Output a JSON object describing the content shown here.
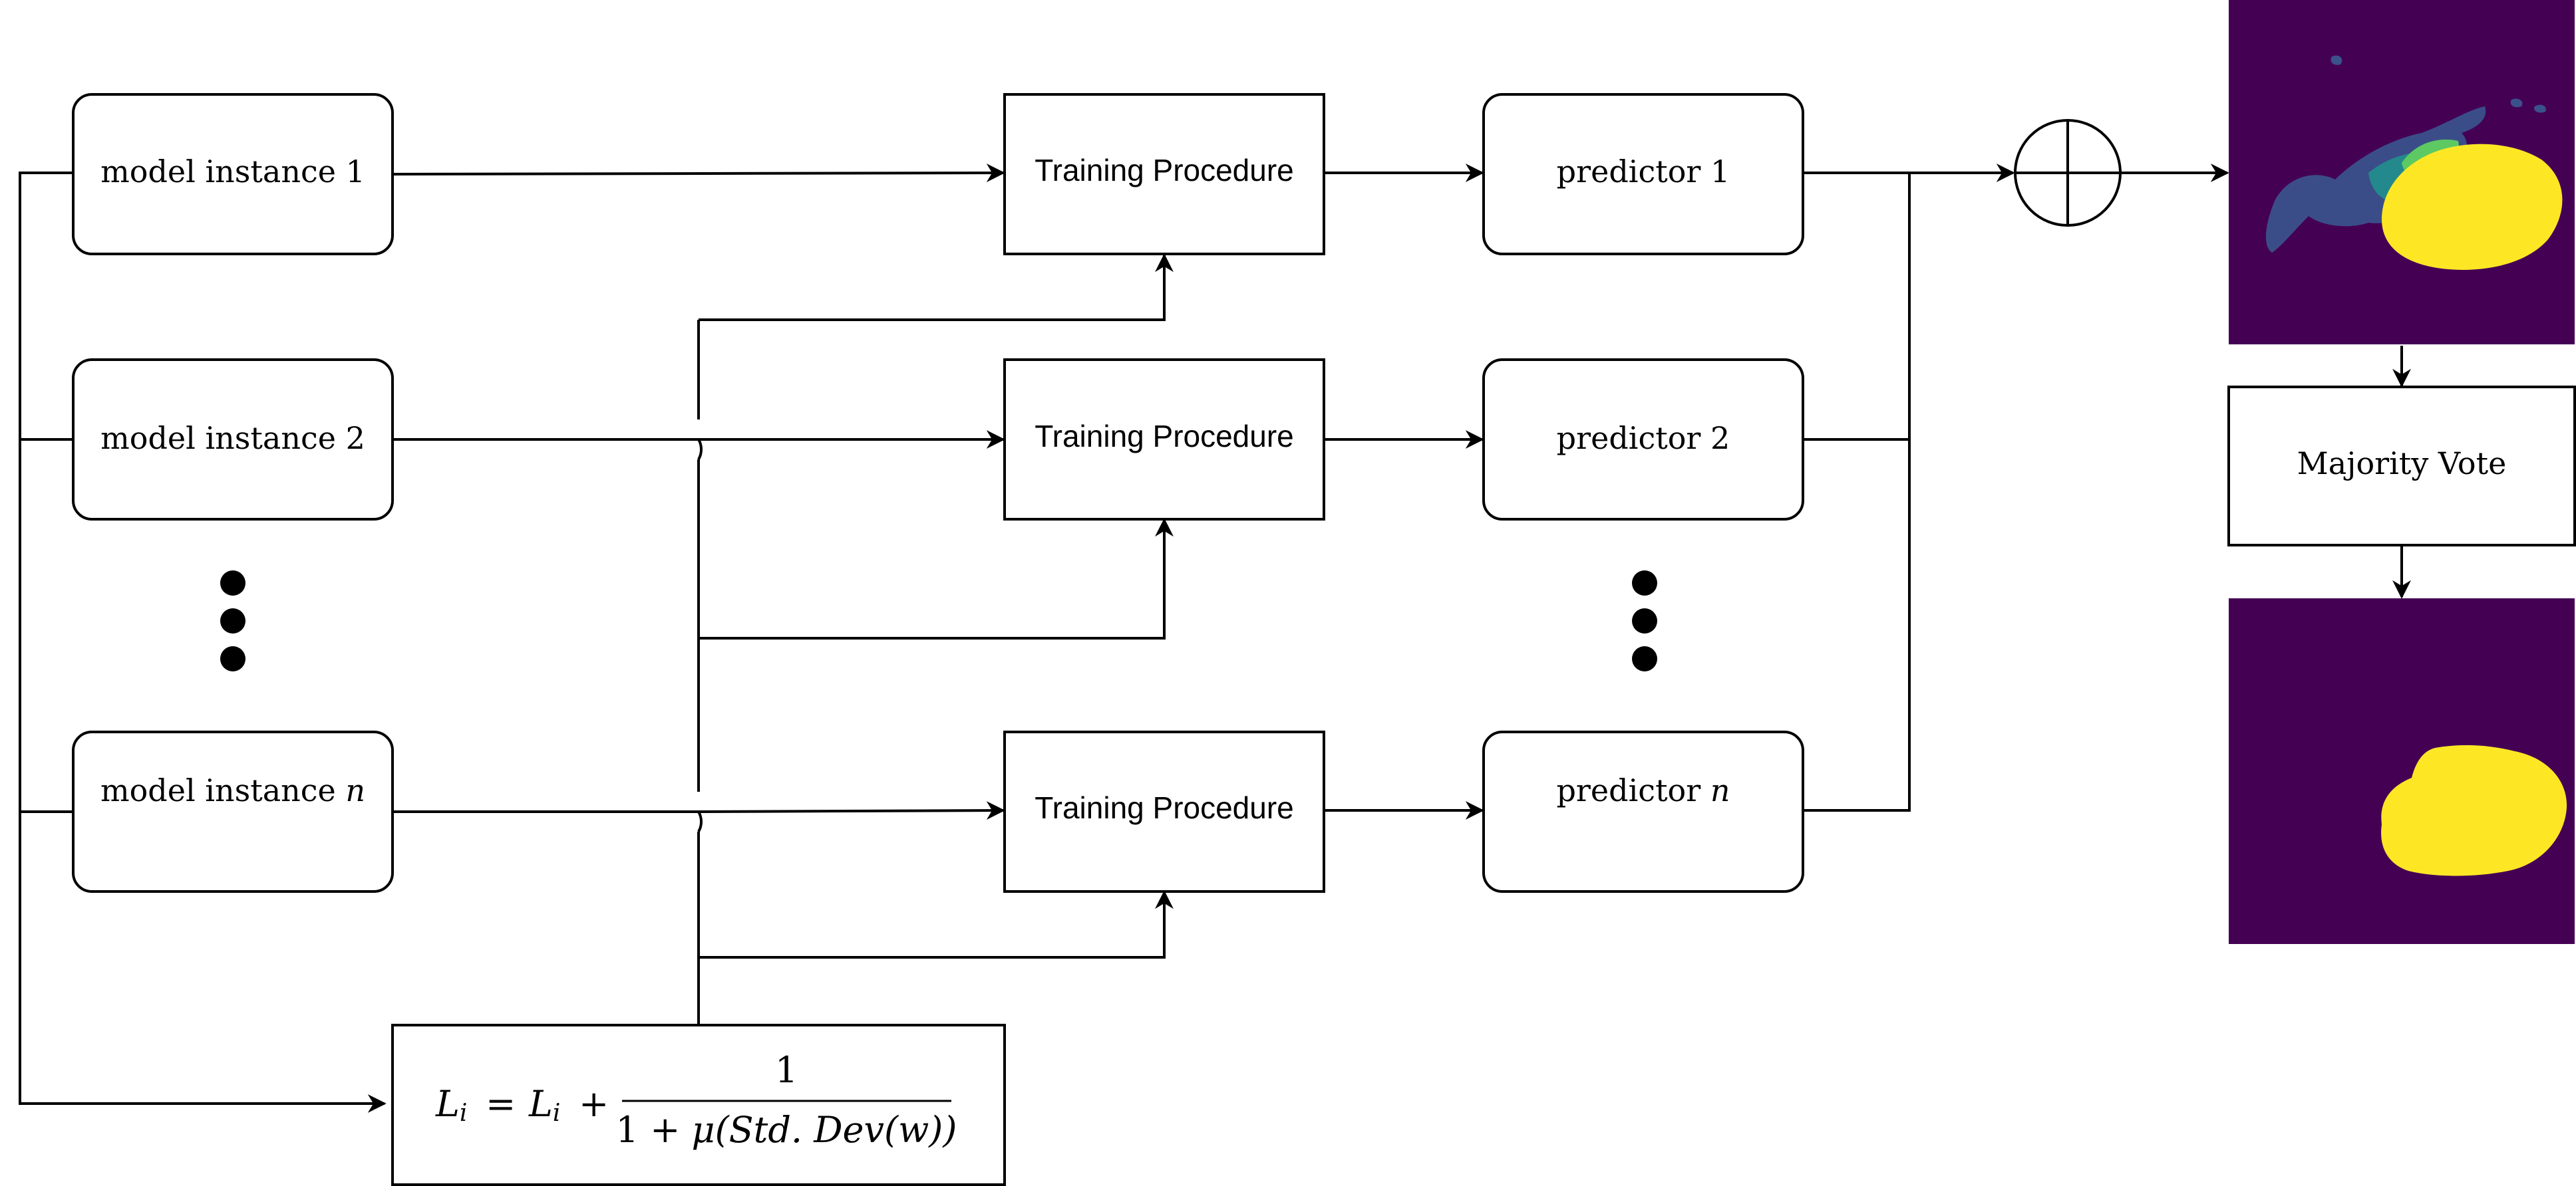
{
  "model_instances": [
    {
      "name": "model-instance-1",
      "prefix": "model instance ",
      "index": "1",
      "index_italic": false
    },
    {
      "name": "model-instance-2",
      "prefix": "model instance ",
      "index": "2",
      "index_italic": false
    },
    {
      "name": "model-instance-n",
      "prefix": "model instance ",
      "index": "n",
      "index_italic": true
    }
  ],
  "training_label": "Training Procedure",
  "predictors": [
    {
      "name": "predictor-1",
      "prefix": "predictor ",
      "index": "1",
      "index_italic": false
    },
    {
      "name": "predictor-2",
      "prefix": "predictor ",
      "index": "2",
      "index_italic": false
    },
    {
      "name": "predictor-n",
      "prefix": "predictor ",
      "index": "n",
      "index_italic": true
    }
  ],
  "majority_vote_label": "Majority Vote",
  "formula": {
    "lhs": "L",
    "lhs_sub": "i",
    "equals": "=",
    "rhs_term": "L",
    "rhs_sub": "i",
    "plus": "+",
    "numerator": "1",
    "denominator_prefix": "1 + ",
    "mu": "μ",
    "denominator_body": "(Std. Dev(w))"
  },
  "colors": {
    "line": "#000000",
    "map_background": "#440154",
    "map_primary": "#fde725",
    "map_secondary": "#3b518b",
    "map_tertiary": "#21908d",
    "map_quaternary": "#5dc963"
  }
}
